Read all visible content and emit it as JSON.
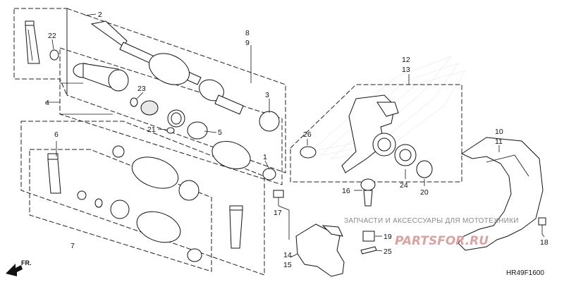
{
  "diagram_code": "HR49F1600",
  "direction_label": "FR.",
  "watermark": {
    "text": "ЗАПЧАСТИ И АКСЕССУАРЫ ДЛЯ МОТОТЕХНИКИ",
    "logo": "PARTSFOR.RU"
  },
  "callouts": {
    "c1": "1",
    "c2": "2",
    "c3": "3",
    "c4": "4",
    "c5": "5",
    "c6": "6",
    "c7": "7",
    "c8": "8",
    "c9": "9",
    "c10": "10",
    "c11": "11",
    "c12": "12",
    "c13": "13",
    "c14": "14",
    "c15": "15",
    "c16": "16",
    "c17": "17",
    "c18": "18",
    "c19": "19",
    "c20": "20",
    "c21": "21",
    "c22": "22",
    "c23": "23",
    "c24": "24",
    "c25": "25",
    "c26": "26"
  }
}
